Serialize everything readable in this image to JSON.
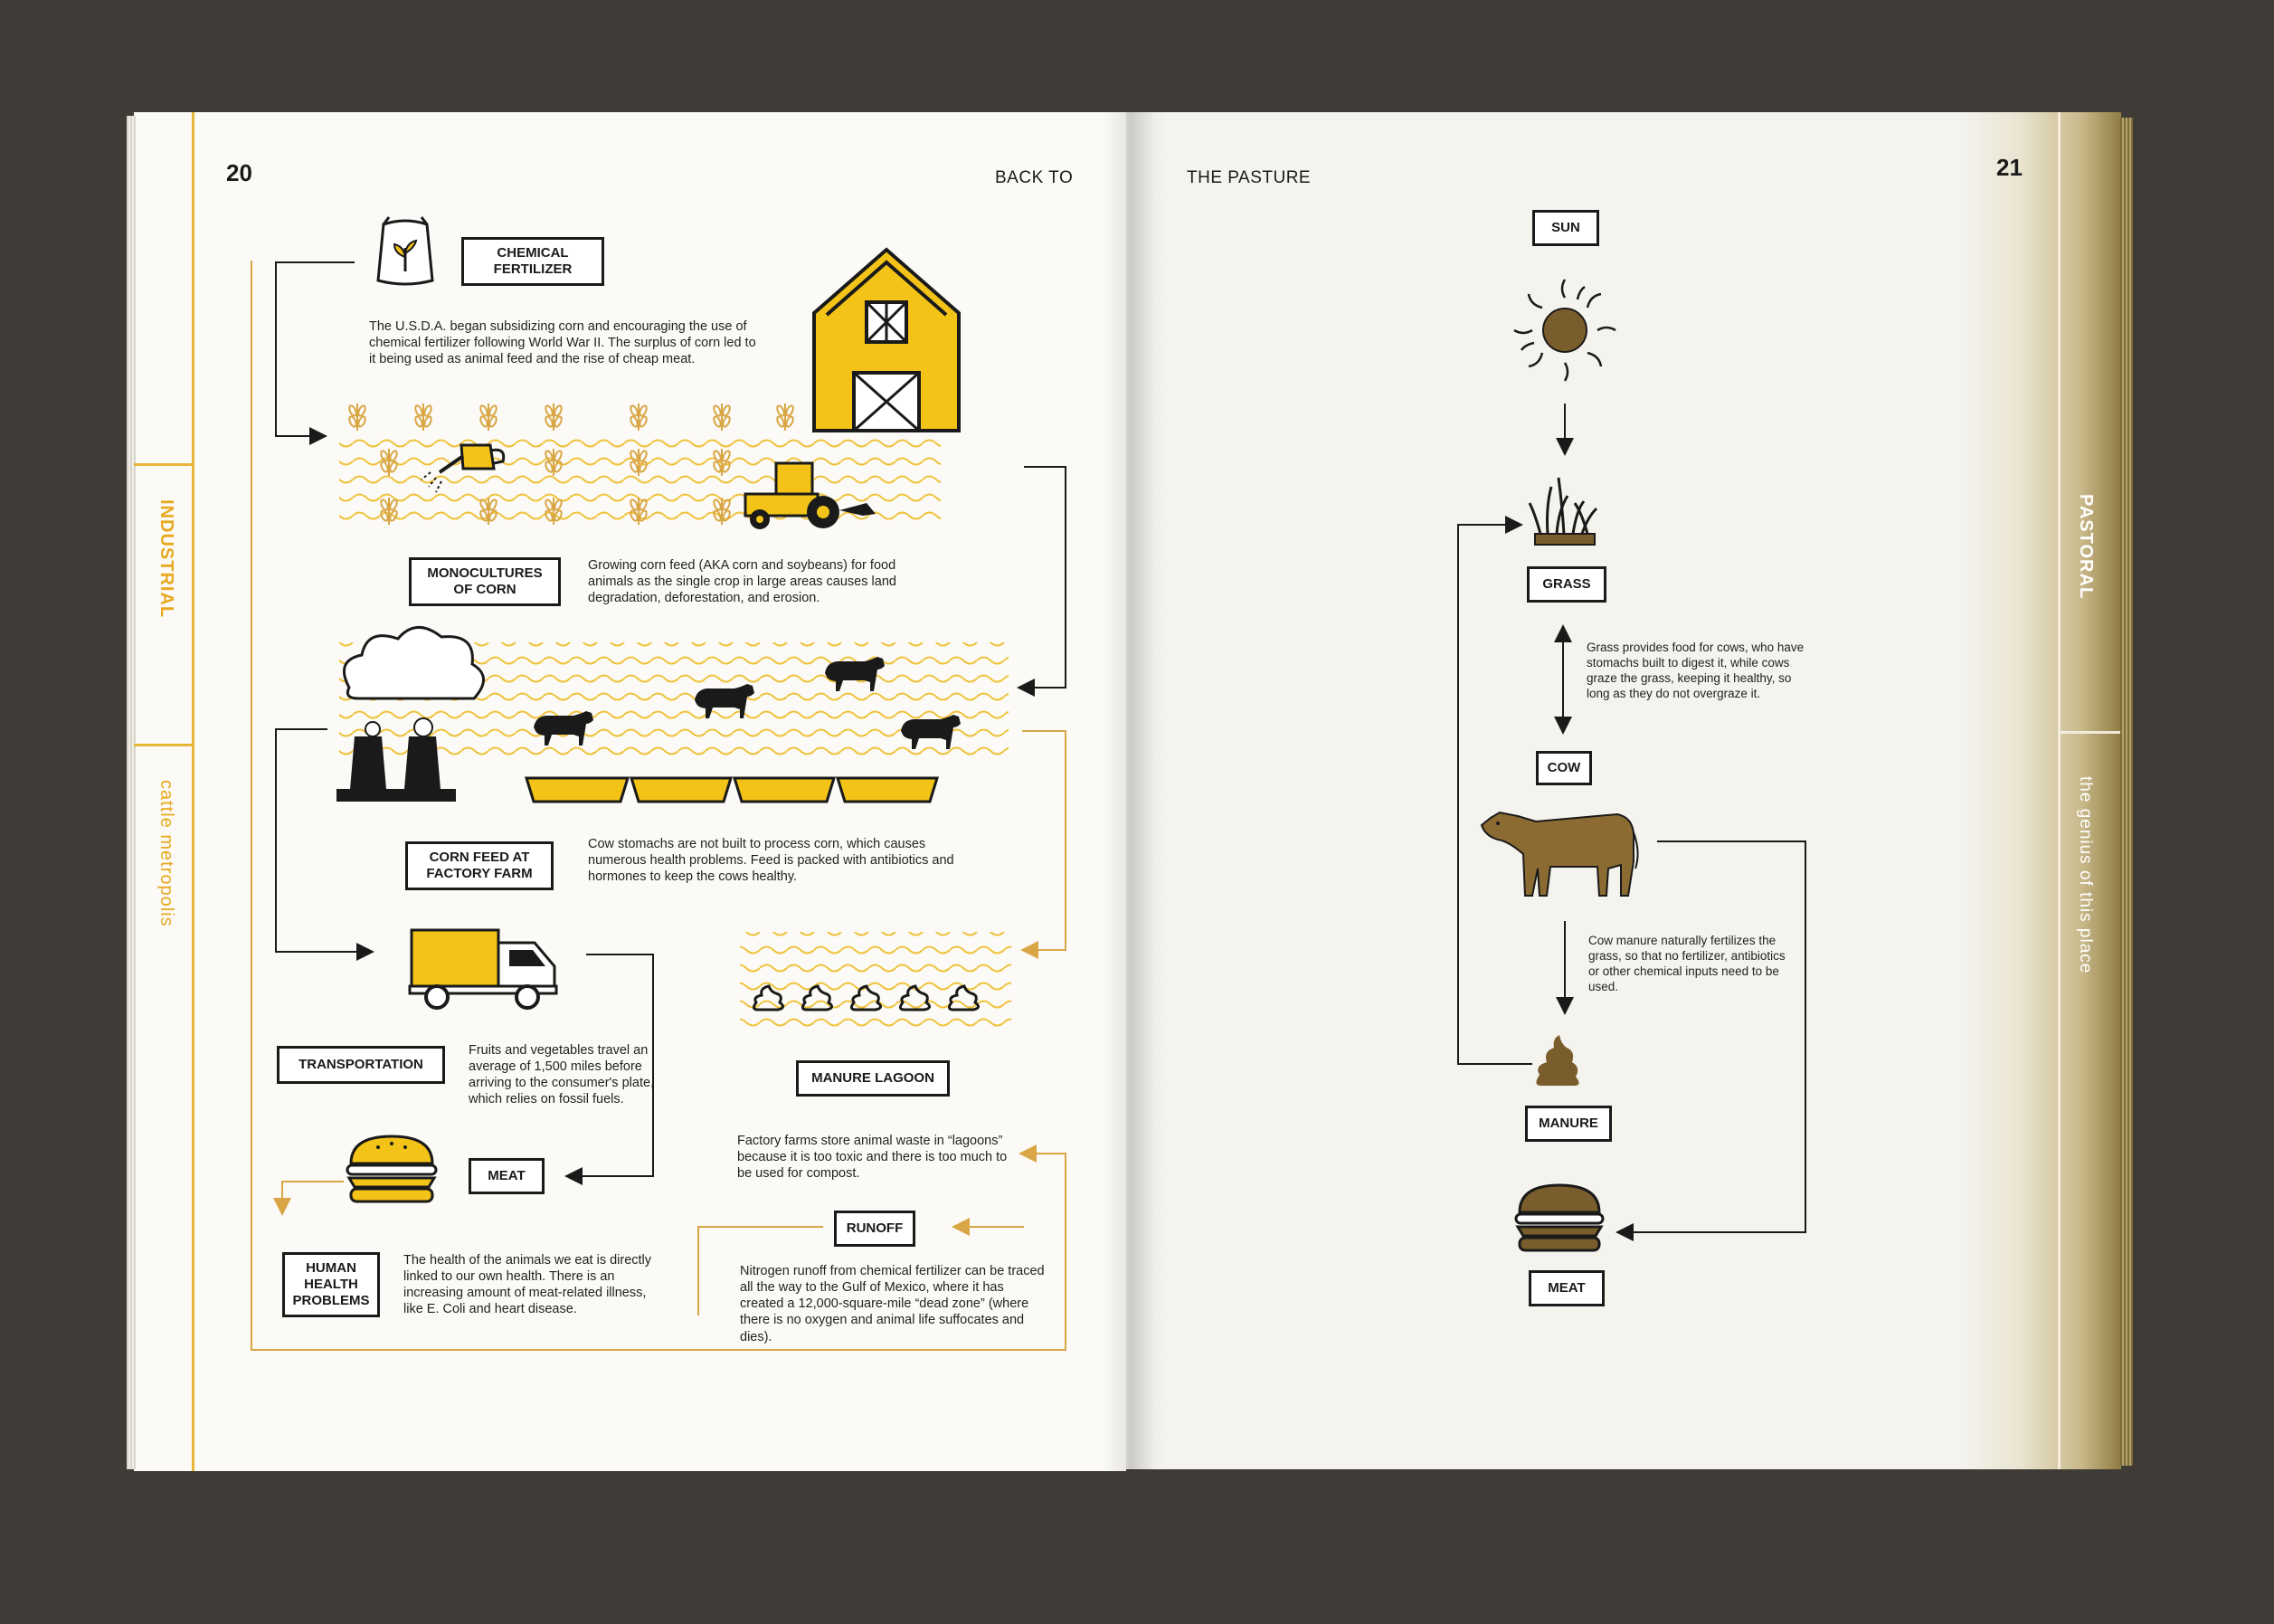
{
  "left_page": {
    "page_number": "20",
    "header": "BACK TO",
    "tab_industrial": "INDUSTRIAL",
    "tab_cattle": "cattle metropolis",
    "nodes": {
      "chemical_fertilizer": "CHEMICAL FERTILIZER",
      "monocultures": "MONOCULTURES OF CORN",
      "corn_feed": "CORN FEED AT FACTORY FARM",
      "transportation": "TRANSPORTATION",
      "meat": "MEAT",
      "human_health": "HUMAN HEALTH PROBLEMS",
      "manure_lagoon": "MANURE LAGOON",
      "runoff": "RUNOFF"
    },
    "descriptions": {
      "fertilizer": "The U.S.D.A. began subsidizing corn and encouraging the use of chemical fertilizer following World War II. The surplus of corn led to it being used as animal feed and the rise of cheap meat.",
      "monocultures": "Growing corn feed (AKA corn and soybeans) for food animals as the single crop in large areas causes land degradation, deforestation, and erosion.",
      "corn_feed": "Cow stomachs are not built to process corn, which causes numerous health problems. Feed is packed with antibiotics and hormones to keep the cows healthy.",
      "transportation": "Fruits and vegetables travel an average of 1,500 miles before arriving to the consumer's plate, which relies on fossil fuels.",
      "human_health": "The health of the animals we eat is directly linked to our own health. There is an increasing amount of meat-related illness, like E. Coli and heart disease.",
      "manure_lagoon": "Factory farms store animal waste in “lagoons” because it is too toxic and there is too much to be used for compost.",
      "runoff": "Nitrogen runoff from chemical fertilizer can be traced all the way to the Gulf of Mexico, where it has created a 12,000-square-mile “dead zone” (where there is no oxygen and animal life suffocates and dies)."
    }
  },
  "right_page": {
    "page_number": "21",
    "header": "THE PASTURE",
    "tab_pastoral": "PASTORAL",
    "tab_genius": "the genius of this place",
    "nodes": {
      "sun": "SUN",
      "grass": "GRASS",
      "cow": "COW",
      "manure": "MANURE",
      "meat": "MEAT"
    },
    "descriptions": {
      "grass": "Grass provides food for cows, who have stomachs built to digest it, while cows graze the grass, keeping it healthy, so long as they do not overgraze it.",
      "manure": "Cow manure naturally fertilizes the grass, so that no fertilizer, antibiotics or other chemical inputs need to be used."
    }
  },
  "colors": {
    "yellow": "#f3c318",
    "orange_line": "#d9a645",
    "brown": "#7a5d2c",
    "ink": "#1a1a1a"
  },
  "icons": [
    "fertilizer-bag-icon",
    "barn-icon",
    "watering-can-icon",
    "tractor-icon",
    "factory-icon",
    "cloud-icon",
    "cow-icon",
    "feed-trough-icon",
    "truck-icon",
    "manure-icon",
    "burger-icon",
    "sun-icon",
    "grass-icon"
  ]
}
